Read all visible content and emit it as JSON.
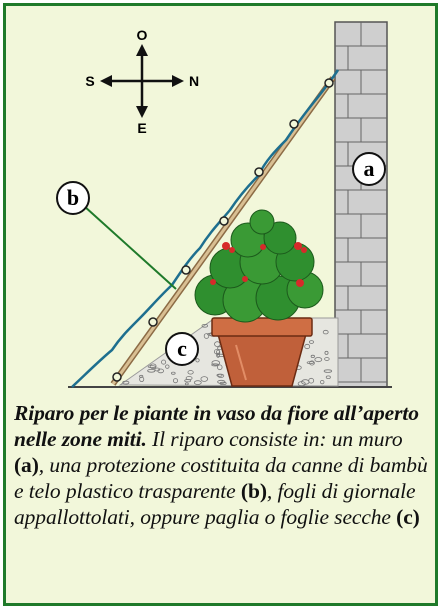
{
  "compass": {
    "north": "O",
    "south": "E",
    "west": "S",
    "east": "N"
  },
  "labels": {
    "wall": "a",
    "cover": "b",
    "mulch": "c"
  },
  "caption": {
    "lead": "Riparo per le piante in vaso da fiore all’aperto nelle zone miti.",
    "p1": " Il riparo consiste in: un muro ",
    "a": "(a)",
    "p2": ", una protezione costituita da canne di bambù e telo plastico trasparente ",
    "b": "(b)",
    "p3": ", fogli di giornale appallottolati, oppure paglia o foglie secche ",
    "c": "(c)"
  },
  "colors": {
    "frame_border": "#1f7a2a",
    "background": "#f2f7da",
    "wall_fill": "#cfcfcf",
    "pot": "#c0603a",
    "leaves": "#2f8f2f",
    "flowers": "#d62a2a",
    "plastic_line": "#1e6f8f",
    "cane": "#b8956a"
  }
}
